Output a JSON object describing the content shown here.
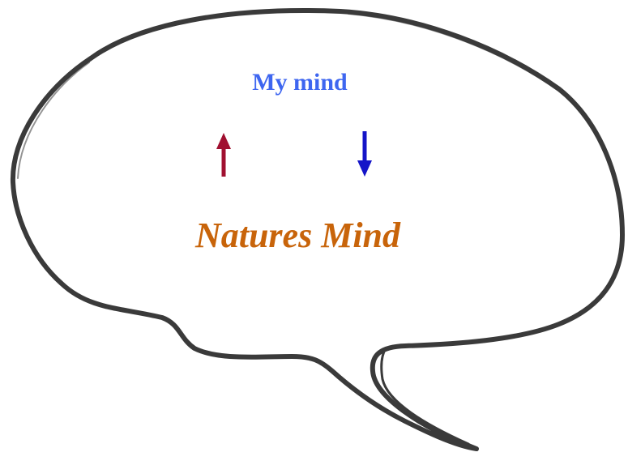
{
  "diagram": {
    "top_label": "My mind",
    "bottom_label": "Natures Mind",
    "arrows": [
      {
        "name": "up-arrow",
        "direction": "up",
        "color": "#a01030"
      },
      {
        "name": "down-arrow",
        "direction": "down",
        "color": "#1414c8"
      }
    ]
  },
  "colors": {
    "top_label": "#3e66f0",
    "bottom_label": "#c8640a",
    "outline": "#3a3a3a"
  }
}
